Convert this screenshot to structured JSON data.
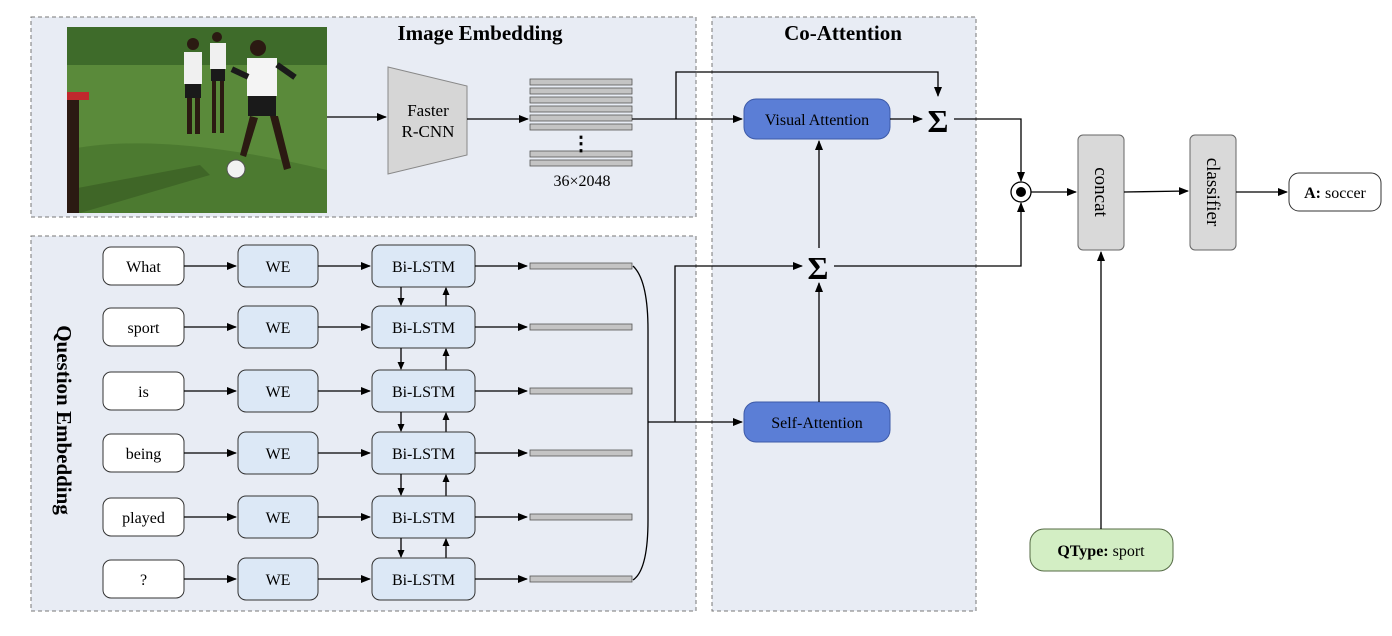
{
  "panels": {
    "image_embedding": "Image Embedding",
    "co_attention": "Co-Attention",
    "question_embedding": "Question Embedding"
  },
  "image": {
    "description_icon": "soccer-photo-icon"
  },
  "faster_rcnn": {
    "line1": "Faster",
    "line2": "R-CNN"
  },
  "feature_dims": "36×2048",
  "feature_dots": "⋮",
  "question_words": [
    "What",
    "sport",
    "is",
    "being",
    "played",
    "?"
  ],
  "we_label": "WE",
  "lstm_label": "Bi-LSTM",
  "visual_attention": "Visual Attention",
  "self_attention": "Self-Attention",
  "sum_symbol": "Σ",
  "concat": "concat",
  "classifier": "classifier",
  "answer": {
    "prefix": "A:",
    "value": " soccer"
  },
  "qtype": {
    "prefix": "QType:",
    "value": " sport"
  },
  "colors": {
    "panel_fill": "#e8ecf4",
    "panel_stroke": "#777777",
    "blue_light": "#dce8f6",
    "blue_dark": "#5b7ed6",
    "gray_box": "#d9d9d9",
    "green_box": "#d3eec4",
    "feature_bar": "#c4c4c4"
  }
}
